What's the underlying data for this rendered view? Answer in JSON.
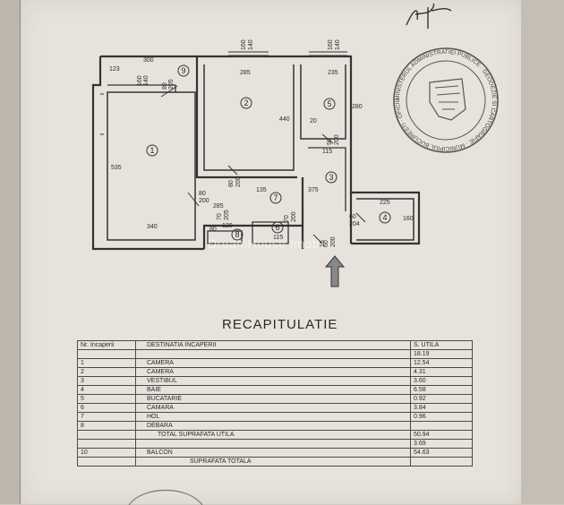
{
  "plan": {
    "dims": [
      {
        "id": "d300",
        "text": "300"
      },
      {
        "id": "d123",
        "text": "123"
      },
      {
        "id": "d160a",
        "text": "160"
      },
      {
        "id": "d140a",
        "text": "140"
      },
      {
        "id": "d285a",
        "text": "285"
      },
      {
        "id": "d160b",
        "text": "160"
      },
      {
        "id": "d140b",
        "text": "140"
      },
      {
        "id": "d235",
        "text": "235"
      },
      {
        "id": "d280",
        "text": "280"
      },
      {
        "id": "d440",
        "text": "440"
      },
      {
        "id": "d20",
        "text": "20"
      },
      {
        "id": "d160c",
        "text": "160"
      },
      {
        "id": "d140c",
        "text": "140"
      },
      {
        "id": "d115",
        "text": "115"
      },
      {
        "id": "d535",
        "text": "535"
      },
      {
        "id": "d80a",
        "text": "80"
      },
      {
        "id": "d200a",
        "text": "200"
      },
      {
        "id": "d80b",
        "text": "80"
      },
      {
        "id": "d200b",
        "text": "200"
      },
      {
        "id": "d135",
        "text": "135"
      },
      {
        "id": "d375",
        "text": "375"
      },
      {
        "id": "d285b",
        "text": "285"
      },
      {
        "id": "d225",
        "text": "225"
      },
      {
        "id": "d70a",
        "text": "70"
      },
      {
        "id": "d205a",
        "text": "205"
      },
      {
        "id": "d70b",
        "text": "70"
      },
      {
        "id": "d200c",
        "text": "200"
      },
      {
        "id": "d60",
        "text": "60"
      },
      {
        "id": "d204",
        "text": "204"
      },
      {
        "id": "d160d",
        "text": "160"
      },
      {
        "id": "d340",
        "text": "340"
      },
      {
        "id": "d80c",
        "text": "80"
      },
      {
        "id": "d120",
        "text": "120"
      },
      {
        "id": "d115b",
        "text": "115"
      },
      {
        "id": "d60b",
        "text": "60"
      },
      {
        "id": "d80d",
        "text": "80"
      },
      {
        "id": "d205b",
        "text": "205"
      },
      {
        "id": "d90",
        "text": "90"
      },
      {
        "id": "d200d",
        "text": "200"
      },
      {
        "id": "d200e",
        "text": "200"
      },
      {
        "id": "d15",
        "text": "15"
      }
    ],
    "room_numbers": [
      "1",
      "2",
      "3",
      "4",
      "5",
      "6",
      "7",
      "8",
      "9"
    ]
  },
  "watermark": "DreamHouse Imob",
  "stamp_text": "MINISTERUL ADMINISTRATIEI PUBLICE · GEODEZIE SI CARTOGRAFIE · MUNICIPIUL BUCURESTI · OFICIUL DE CADASTRU · D.S.T.C.",
  "recap": {
    "title": "RECAPITULATIE",
    "headers": {
      "no": "Nr. Incaperii",
      "dest": "DESTINATIA INCAPERII",
      "area": "S. UTILA"
    },
    "rows": [
      {
        "no": "",
        "dest": "",
        "area": "18.19"
      },
      {
        "no": "1",
        "dest": "CAMERA",
        "area": "12.54"
      },
      {
        "no": "2",
        "dest": "CAMERA",
        "area": "4.31"
      },
      {
        "no": "3",
        "dest": "VESTIBUL",
        "area": "3.60"
      },
      {
        "no": "4",
        "dest": "BAIE",
        "area": "6.58"
      },
      {
        "no": "5",
        "dest": "BUCATARIE",
        "area": "0.92"
      },
      {
        "no": "6",
        "dest": "CAMARA",
        "area": "3.84"
      },
      {
        "no": "7",
        "dest": "HOL",
        "area": "0.96"
      },
      {
        "no": "8",
        "dest": "DEBARA",
        "area": ""
      },
      {
        "no": "",
        "dest": "TOTAL SUPRAFATA UTILA",
        "area": "50.94"
      },
      {
        "no": "",
        "dest": "",
        "area": "3.69"
      },
      {
        "no": "10",
        "dest": "BALCON",
        "area": "54.63"
      },
      {
        "no": "",
        "dest": "SUPRAFATA TOTALA",
        "area": ""
      }
    ]
  }
}
